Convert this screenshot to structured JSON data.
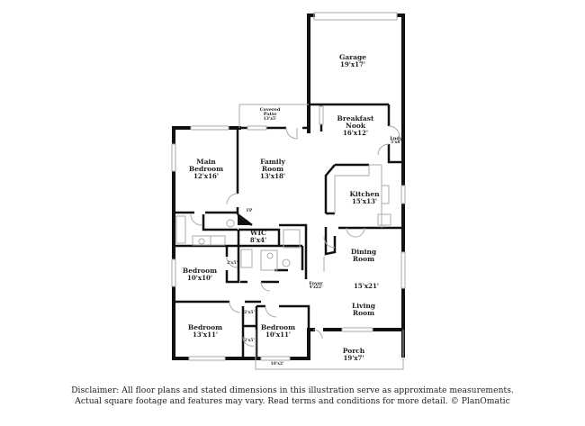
{
  "rooms": {
    "garage": {
      "name": "Garage",
      "dim": "19'x17'"
    },
    "covered_patio": {
      "name": "Covered\nPatio",
      "name_line1": "Covered",
      "name_line2": "Patio",
      "dim": "13'x5'"
    },
    "breakfast_nook": {
      "name_line1": "Breakfast",
      "name_line2": "Nook",
      "dim": "16'x12'"
    },
    "laundry": {
      "name": "Lndy",
      "dim": "5'x8'"
    },
    "main_bedroom": {
      "name_line1": "Main",
      "name_line2": "Bedroom",
      "dim": "12'x16'"
    },
    "family_room": {
      "name_line1": "Family",
      "name_line2": "Room",
      "dim": "13'x18'"
    },
    "kitchen": {
      "name": "Kitchen",
      "dim": "15'x13'"
    },
    "fireplace": {
      "label": "FP"
    },
    "wic": {
      "name": "WIC",
      "dim": "8'x4'"
    },
    "dining_room": {
      "name_line1": "Dining",
      "name_line2": "Room"
    },
    "living_room": {
      "name_line1": "Living",
      "name_line2": "Room"
    },
    "dining_living_dim": "15'x21'",
    "foyer": {
      "name": "Foyer",
      "dim": "4'x22'"
    },
    "bedroom_2": {
      "name": "Bedroom",
      "dim": "10'x10'"
    },
    "bedroom_3": {
      "name": "Bedroom",
      "dim": "13'x11'"
    },
    "bedroom_4": {
      "name": "Bedroom",
      "dim": "10'x11'"
    },
    "closet_1": {
      "dim": "2'x5'"
    },
    "closet_2": {
      "dim": "2'x5'"
    },
    "closet_3": {
      "dim": "2'x5'"
    },
    "porch": {
      "name": "Porch",
      "dim": "19'x7'"
    },
    "porch_window": {
      "dim": "10'x2'"
    }
  },
  "disclaimer": {
    "line1": "Disclaimer: All floor plans and stated dimensions in this illustration serve as approximate measurements.",
    "line2": "Actual square footage and features may vary. Read terms and conditions for more detail. © PlanOmatic"
  },
  "colors": {
    "wall": "#111111",
    "thin": "#999999",
    "window": "#cccccc",
    "text": "#222222"
  }
}
